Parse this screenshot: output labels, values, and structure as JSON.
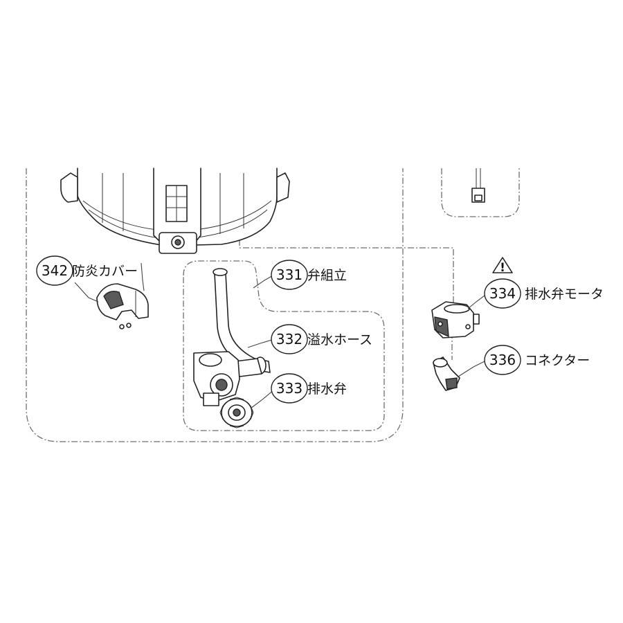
{
  "callouts": [
    {
      "num": "342",
      "label": "防炎カバー"
    },
    {
      "num": "331",
      "label": "弁組立"
    },
    {
      "num": "332",
      "label": "溢水ホース"
    },
    {
      "num": "333",
      "label": "排水弁"
    },
    {
      "num": "334",
      "label": "排水弁モータ"
    },
    {
      "num": "336",
      "label": "コネクター"
    }
  ],
  "warning": {
    "symbol": "!"
  }
}
